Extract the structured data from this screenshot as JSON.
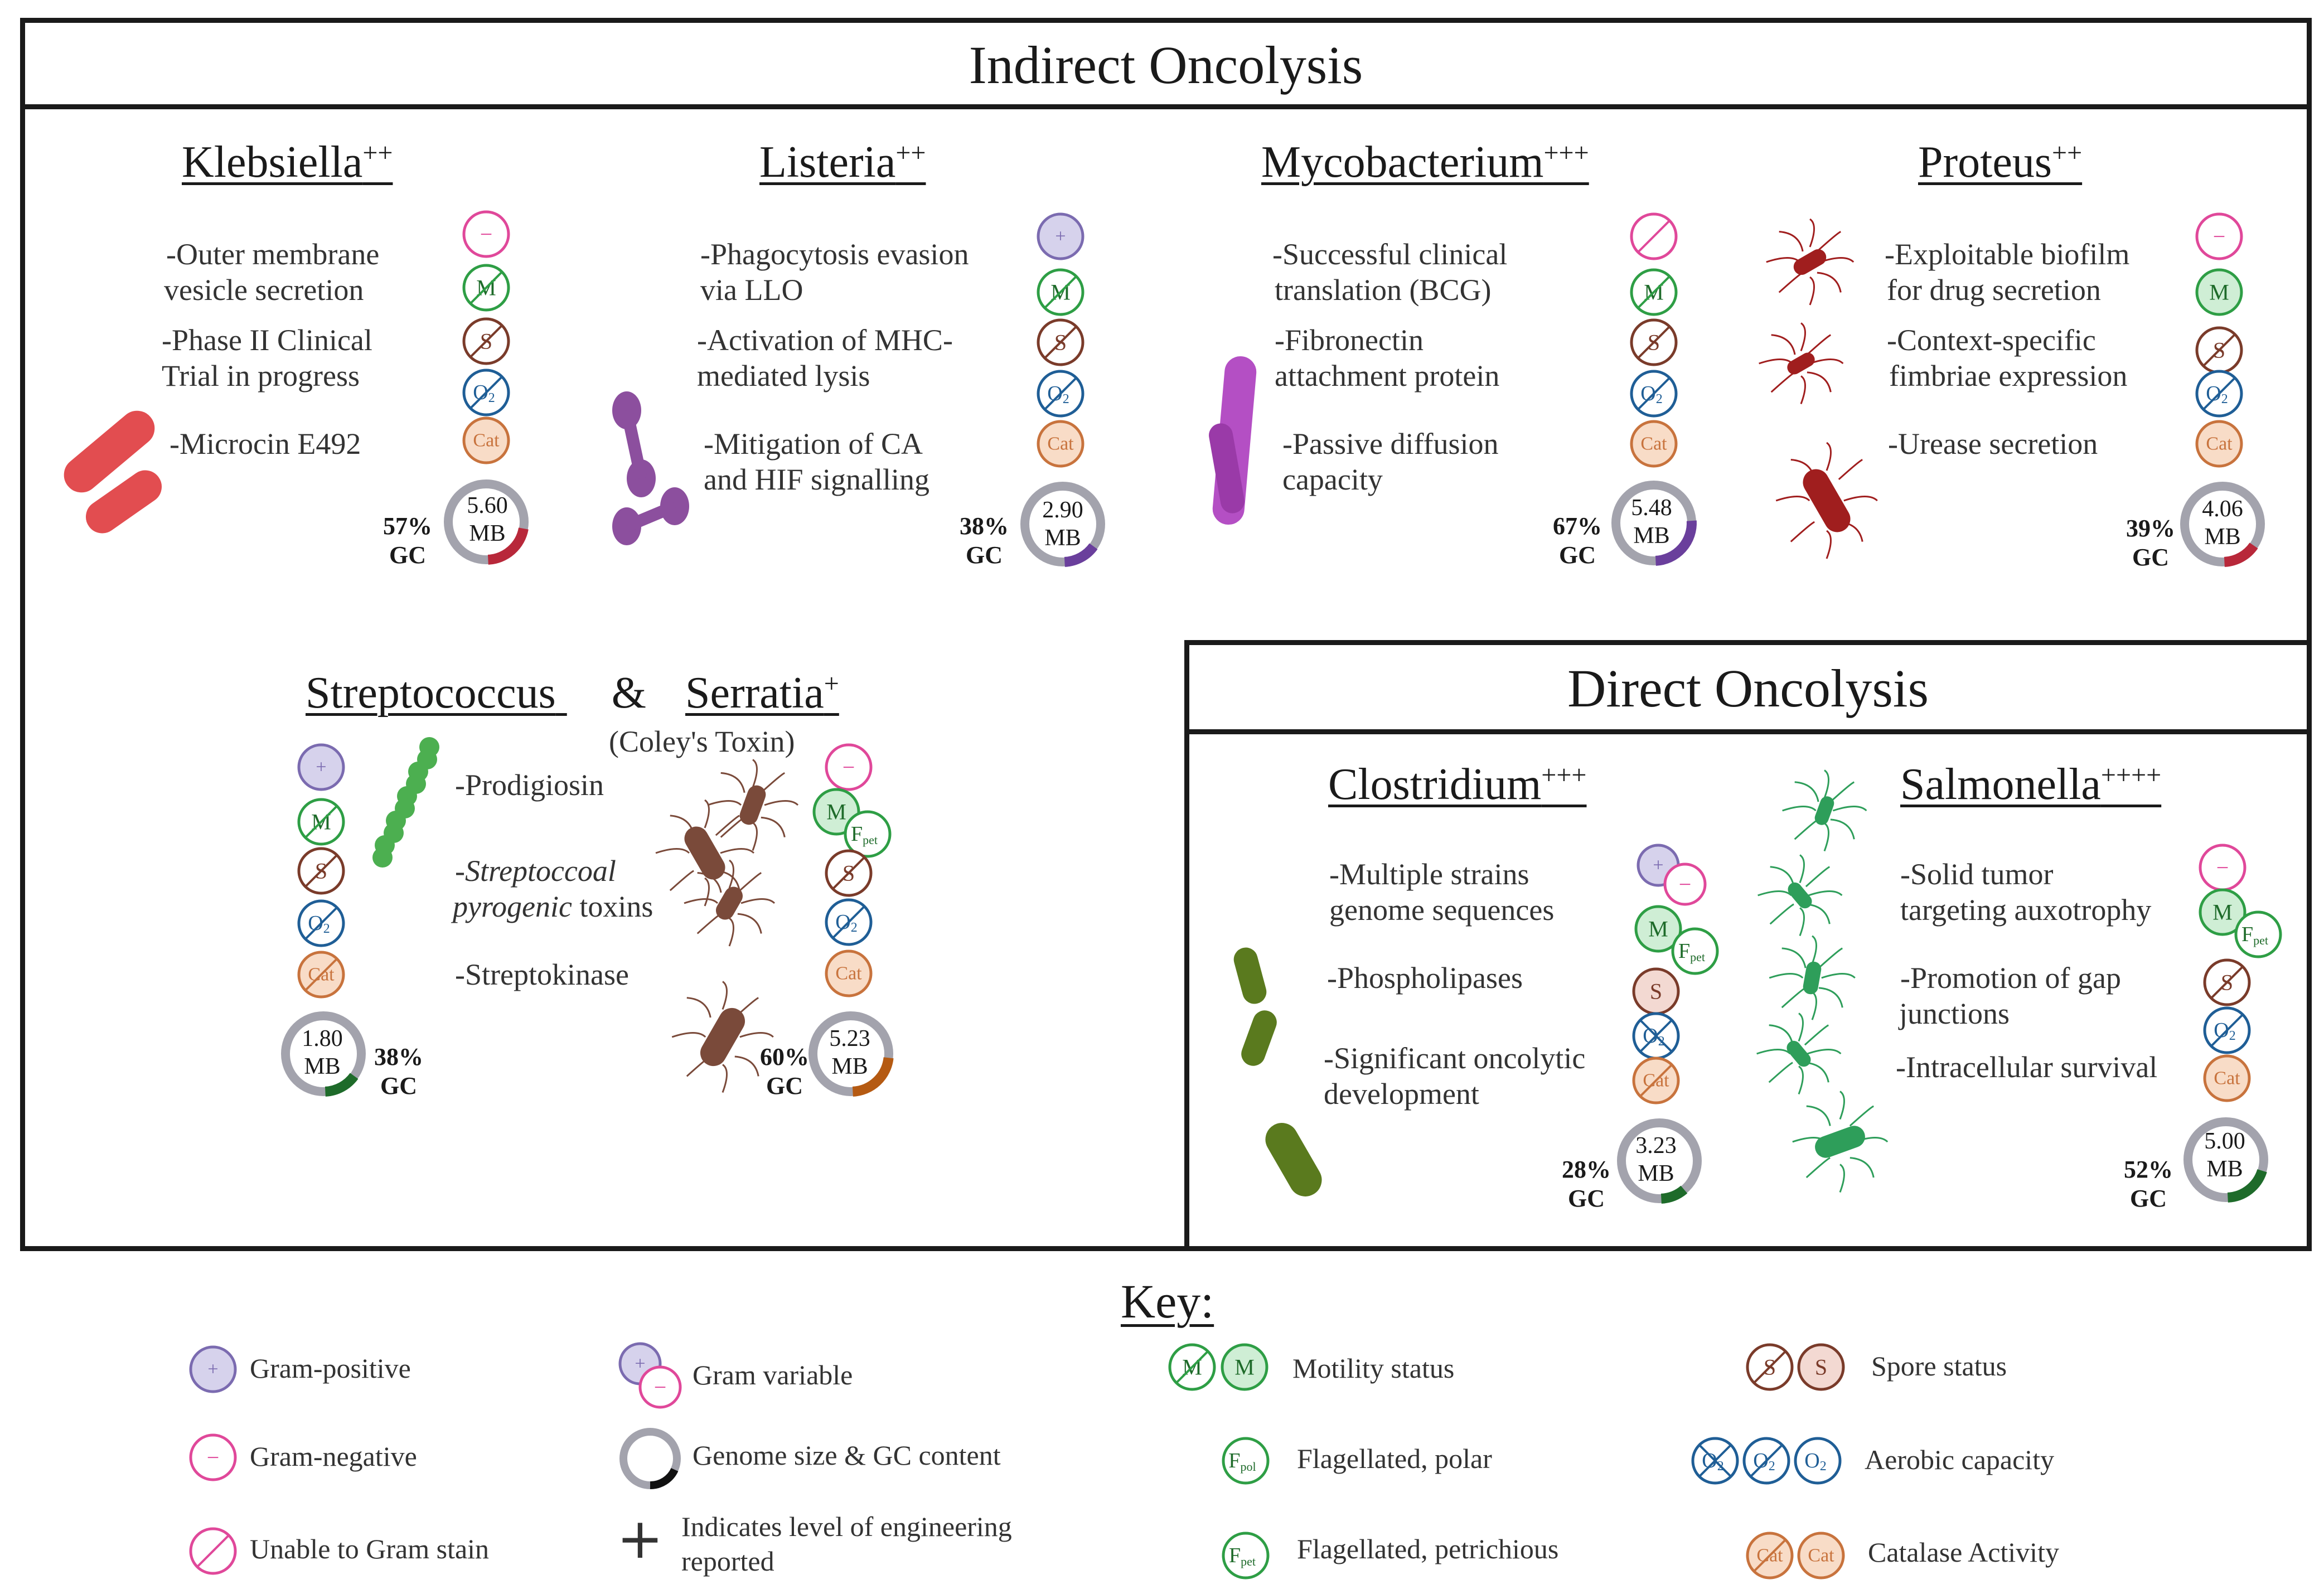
{
  "panels": {
    "indirect_title": "Indirect Oncolysis",
    "direct_title": "Direct Oncolysis"
  },
  "colors": {
    "gram_positive": "#7b6bb0",
    "gram_negative": "#e0489a",
    "motility": "#2e9e45",
    "spore": "#7a3b2a",
    "aerobic": "#1f5e96",
    "catalase": "#c8733d",
    "ring": "#a3a3ad"
  },
  "badge_text": {
    "plus": "+",
    "minus": "−",
    "motility": "M",
    "spore": "S",
    "oxygen": "O",
    "oxygen_sub": "2",
    "catalase": "Cat",
    "flag": "F",
    "flag_pet_sub": "pet",
    "flag_pol_sub": "pol"
  },
  "genera": {
    "klebsiella": {
      "name": "Klebsiella",
      "level": "++",
      "features": [
        "-Outer membrane",
        "vesicle secretion",
        "-Phase II Clinical",
        "Trial in progress",
        "-Microcin E492"
      ],
      "gc_pct": "57%",
      "gc_label": "GC",
      "genome_num": "5.60",
      "genome_unit": "MB",
      "gc_fraction": 0.57,
      "arc_color": "#b8283a",
      "cell_color": "#e24d50"
    },
    "listeria": {
      "name": "Listeria",
      "level": "++",
      "features": [
        "-Phagocytosis evasion",
        "via LLO",
        "-Activation of MHC-",
        "mediated lysis",
        "-Mitigation of CA",
        "and HIF signalling"
      ],
      "gc_pct": "38%",
      "gc_label": "GC",
      "genome_num": "2.90",
      "genome_unit": "MB",
      "gc_fraction": 0.38,
      "arc_color": "#6a3f9c",
      "cell_color": "#8c4f9e"
    },
    "mycobacterium": {
      "name": "Mycobacterium",
      "level": "+++",
      "features": [
        "-Successful clinical",
        "translation (BCG)",
        "-Fibronectin",
        "attachment protein",
        "-Passive diffusion",
        "capacity"
      ],
      "gc_pct": "67%",
      "gc_label": "GC",
      "genome_num": "5.48",
      "genome_unit": "MB",
      "gc_fraction": 0.67,
      "arc_color": "#6a3f9c",
      "cell_color": "#b44fc4"
    },
    "proteus": {
      "name": "Proteus",
      "level": "++",
      "features": [
        "-Exploitable biofilm",
        "for drug secretion",
        "-Context-specific",
        "fimbriae expression",
        "-Urease secretion"
      ],
      "gc_pct": "39%",
      "gc_label": "GC",
      "genome_num": "4.06",
      "genome_unit": "MB",
      "gc_fraction": 0.39,
      "arc_color": "#b8283a",
      "cell_color": "#a01e1e"
    },
    "streptococcus": {
      "name": "Streptococcus",
      "features": [
        "-Prodigiosin",
        "-Streptoccoal",
        "pyrogenic",
        " toxins",
        "-Streptokinase"
      ],
      "gc_pct": "38%",
      "gc_label": "GC",
      "genome_num": "1.80",
      "genome_unit": "MB",
      "gc_fraction": 0.38,
      "arc_color": "#1e6b2a",
      "cell_color": "#4caf50"
    },
    "serratia": {
      "name": "Serratia",
      "level": "+",
      "amp": "&",
      "subtitle": "(Coley's Toxin)",
      "gc_pct": "60%",
      "gc_label": "GC",
      "genome_num": "5.23",
      "genome_unit": "MB",
      "gc_fraction": 0.6,
      "arc_color": "#b55a12",
      "cell_color": "#7a4a3a"
    },
    "clostridium": {
      "name": "Clostridium",
      "level": "+++",
      "features": [
        "-Multiple strains",
        "genome sequences",
        "-Phospholipases",
        "-Significant oncolytic",
        "development"
      ],
      "gc_pct": "28%",
      "gc_label": "GC",
      "genome_num": "3.23",
      "genome_unit": "MB",
      "gc_fraction": 0.28,
      "arc_color": "#1e6b2a",
      "cell_color": "#5a7a1e"
    },
    "salmonella": {
      "name": "Salmonella",
      "level": "++++",
      "features": [
        "-Solid tumor",
        "targeting auxotrophy",
        "-Promotion of gap",
        "junctions",
        "-Intracellular survival"
      ],
      "gc_pct": "52%",
      "gc_label": "GC",
      "genome_num": "5.00",
      "genome_unit": "MB",
      "gc_fraction": 0.52,
      "arc_color": "#1e6b2a",
      "cell_color": "#2e9e5a"
    }
  },
  "key": {
    "title": "Key:",
    "gram_positive": "Gram-positive",
    "gram_negative": "Gram-negative",
    "unable_gram": "Unable to Gram stain",
    "gram_variable": "Gram variable",
    "genome": "Genome size & GC content",
    "engineering_symbol": "+",
    "engineering_1": "Indicates level of engineering",
    "engineering_2": "reported",
    "motility": "Motility status",
    "flag_polar": "Flagellated, polar",
    "flag_peri": "Flagellated, petrichious",
    "spore": "Spore status",
    "aerobic": "Aerobic capacity",
    "catalase": "Catalase Activity"
  }
}
